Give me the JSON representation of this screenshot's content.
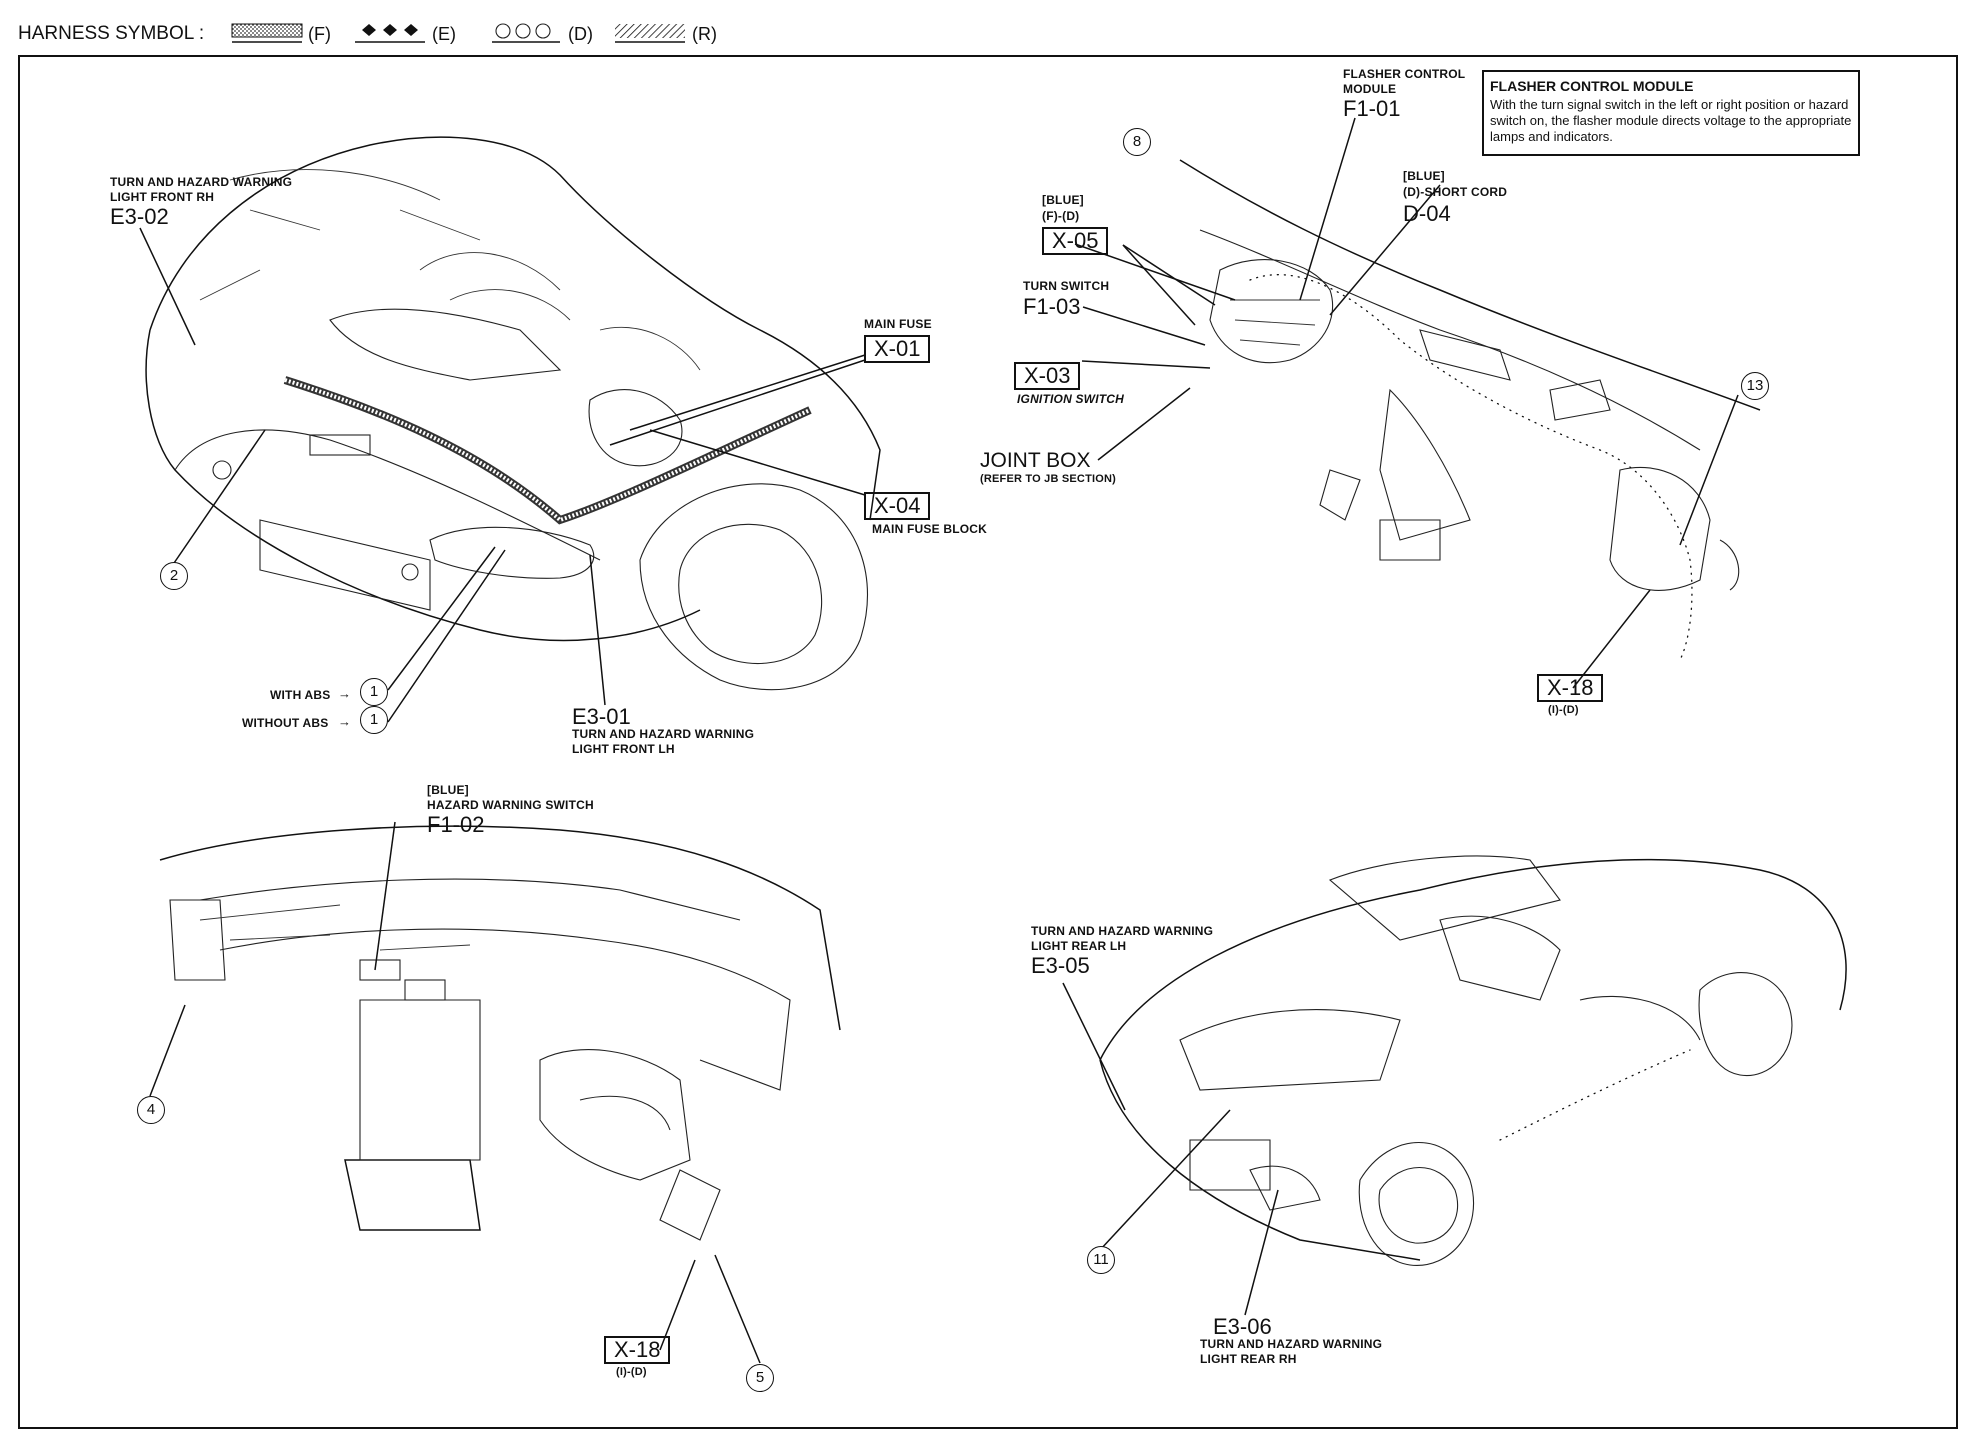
{
  "legend": {
    "title": "HARNESS SYMBOL :",
    "items": [
      {
        "code": "(F)"
      },
      {
        "code": "(E)"
      },
      {
        "code": "(D)"
      },
      {
        "code": "(R)"
      }
    ]
  },
  "note": {
    "title": "FLASHER CONTROL MODULE",
    "body": "With the turn signal switch in the left or right position or hazard switch on, the flasher module directs voltage to the appropriate lamps and indicators."
  },
  "front_view": {
    "e302": {
      "desc1": "TURN AND HAZARD WARNING",
      "desc2": "LIGHT FRONT RH",
      "code": "E3-02"
    },
    "x01": {
      "desc": "MAIN FUSE",
      "code": "X-01"
    },
    "x04": {
      "code": "X-04",
      "desc": "MAIN FUSE BLOCK"
    },
    "e301": {
      "code": "E3-01",
      "desc1": "TURN AND HAZARD WARNING",
      "desc2": "LIGHT FRONT LH"
    },
    "with_abs": "WITH ABS",
    "without_abs": "WITHOUT ABS",
    "n1": "1",
    "n2": "2"
  },
  "dash_view": {
    "f101": {
      "desc1": "FLASHER CONTROL",
      "desc2": "MODULE",
      "code": "F1-01"
    },
    "x05": {
      "desc1": "[BLUE]",
      "desc2": "(F)-(D)",
      "code": "X-05"
    },
    "d04": {
      "desc1": "[BLUE]",
      "desc2": "(D)-SHORT CORD",
      "code": "D-04"
    },
    "f103": {
      "desc": "TURN SWITCH",
      "code": "F1-03"
    },
    "x03": {
      "code": "X-03",
      "desc": "IGNITION SWITCH"
    },
    "jb": {
      "title": "JOINT BOX",
      "desc": "(REFER TO JB SECTION)"
    },
    "x18": {
      "code": "X-18",
      "desc": "(I)-(D)"
    },
    "n8": "8",
    "n13": "13"
  },
  "panel_view": {
    "f102": {
      "desc1": "[BLUE]",
      "desc2": "HAZARD WARNING SWITCH",
      "code": "F1-02"
    },
    "x18": {
      "code": "X-18",
      "desc": "(I)-(D)"
    },
    "n4": "4",
    "n5": "5"
  },
  "rear_view": {
    "e305": {
      "desc1": "TURN AND HAZARD WARNING",
      "desc2": "LIGHT REAR LH",
      "code": "E3-05"
    },
    "e306": {
      "code": "E3-06",
      "desc1": "TURN AND HAZARD WARNING",
      "desc2": "LIGHT REAR RH"
    },
    "n11": "11"
  }
}
